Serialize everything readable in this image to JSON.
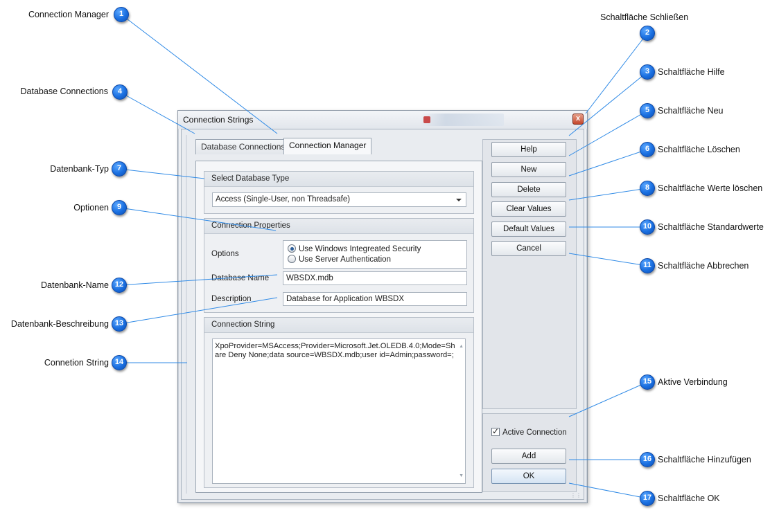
{
  "window": {
    "title": "Connection Strings",
    "close_glyph": "x",
    "accent": "#1a6fe0"
  },
  "tabs": [
    {
      "label": "Database Connections",
      "active": false
    },
    {
      "label": "Connection Manager",
      "active": true
    }
  ],
  "select_type": {
    "header": "Select Database Type",
    "value": "Access (Single-User, non Threadsafe)"
  },
  "properties": {
    "header": "Connection Properties",
    "options_label": "Options",
    "options": [
      {
        "label": "Use Windows Integreated Security",
        "selected": true
      },
      {
        "label": "Use Server Authentication",
        "selected": false
      }
    ],
    "db_name_label": "Database Name",
    "db_name_value": "WBSDX.mdb",
    "desc_label": "Description",
    "desc_value": "Database for Application WBSDX"
  },
  "conn_string": {
    "header": "Connection String",
    "value": "XpoProvider=MSAccess;Provider=Microsoft.Jet.OLEDB.4.0;Mode=Share Deny None;data source=WBSDX.mdb;user id=Admin;password=;"
  },
  "buttons": {
    "help": "Help",
    "new": "New",
    "delete": "Delete",
    "clear": "Clear Values",
    "defaults": "Default Values",
    "cancel": "Cancel",
    "add": "Add",
    "ok": "OK"
  },
  "active_connection": {
    "label": "Active Connection",
    "checked": true
  },
  "callouts": [
    {
      "n": "1",
      "label": "Connection Manager"
    },
    {
      "n": "2",
      "label": "Schaltfläche Schließen"
    },
    {
      "n": "3",
      "label": "Schaltfläche Hilfe"
    },
    {
      "n": "4",
      "label": "Database Connections"
    },
    {
      "n": "5",
      "label": "Schaltfläche Neu"
    },
    {
      "n": "6",
      "label": "Schaltfläche Löschen"
    },
    {
      "n": "7",
      "label": "Datenbank-Typ"
    },
    {
      "n": "8",
      "label": "Schaltfläche Werte löschen"
    },
    {
      "n": "9",
      "label": "Optionen"
    },
    {
      "n": "10",
      "label": "Schaltfläche Standardwerte"
    },
    {
      "n": "11",
      "label": "Schaltfläche Abbrechen"
    },
    {
      "n": "12",
      "label": "Datenbank-Name"
    },
    {
      "n": "13",
      "label": "Datenbank-Beschreibung"
    },
    {
      "n": "14",
      "label": "Connetion String"
    },
    {
      "n": "15",
      "label": "Aktive Verbindung"
    },
    {
      "n": "16",
      "label": "Schaltfläche Hinzufügen"
    },
    {
      "n": "17",
      "label": "Schaltfläche OK"
    }
  ]
}
